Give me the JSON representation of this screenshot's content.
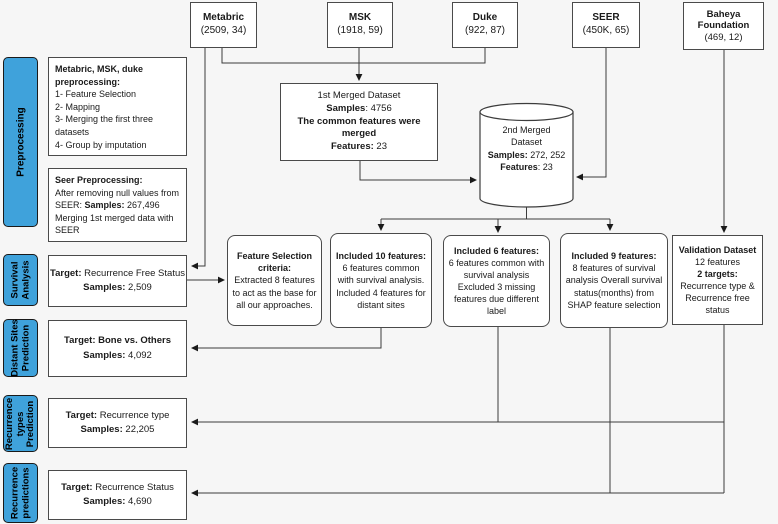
{
  "colors": {
    "accent_blue": "#3fa2db",
    "background": "#f6f6f6",
    "box_border": "#4a4a4a",
    "line": "#3c3c3c"
  },
  "datasets": {
    "metabric": {
      "name": "Metabric",
      "shape": "(2509, 34)"
    },
    "msk": {
      "name": "MSK",
      "shape": "(1918, 59)"
    },
    "duke": {
      "name": "Duke",
      "shape": "(922, 87)"
    },
    "seer": {
      "name": "SEER",
      "shape": "(450K, 65)"
    },
    "baheya": {
      "name": "Baheya Foundation",
      "shape": "(469, 12)"
    }
  },
  "sidebar": {
    "preprocessing": "Preprocessing",
    "survival": "Survival\nAnalysis",
    "distant": "Distant Sites\nPrediction",
    "recurrence_types": "Recurrence\ntypes\nPrediction",
    "recurrence_pred": "Recurrence\npredictions"
  },
  "preprocessing_box": {
    "title": "Metabric, MSK, duke preprocessing:",
    "steps": [
      "1- Feature Selection",
      "2- Mapping",
      "3- Merging the first three datasets",
      "4- Group by imputation"
    ]
  },
  "seer_box": {
    "title": "Seer Preprocessing:",
    "line1_pre": "After removing null values from SEER: ",
    "samples_label": "Samples:",
    "samples_value": " 267,496",
    "line2": "Merging 1st merged data with SEER"
  },
  "merged1": {
    "line1": "1st Merged Dataset",
    "samples_label": "Samples",
    "samples_value": ": 4756",
    "line3": "The common features were merged",
    "features_label": "Features:",
    "features_value": " 23"
  },
  "merged2": {
    "line1": "2nd Merged",
    "line2": "Dataset",
    "samples_label": "Samples:",
    "samples_value": " 272, 252",
    "features_label": "Features",
    "features_value": ": 23"
  },
  "feature_selection": {
    "title": "Feature Selection criteria:",
    "body": "Extracted 8 features to act as the base for all our approaches."
  },
  "included10": {
    "title": "Included 10 features:",
    "body": "6 features common with survival analysis. Included 4 features for distant sites"
  },
  "included6": {
    "title": "Included 6 features:",
    "body": "6 features common with survival analysis Excluded 3 missing features due different label"
  },
  "included9": {
    "title": "Included 9 features:",
    "body": "8 features of survival analysis Overall survival status(months) from SHAP feature selection"
  },
  "validation": {
    "title": "Validation Dataset",
    "features": "12 features",
    "targets_label": "2 targets:",
    "targets_value": " Recurrence type & Recurrence free status"
  },
  "targets": {
    "survival": {
      "label": "Target:",
      "value": " Recurrence Free Status",
      "samples_label": "Samples:",
      "samples_value": "  2,509"
    },
    "distant": {
      "label": "Target:",
      "value": " Bone vs. Others",
      "samples_label": "Samples:",
      "samples_value": "  4,092"
    },
    "recurrence_type": {
      "label": "Target:",
      "value": " Recurrence type",
      "samples_label": "Samples:",
      "samples_value": "  22,205"
    },
    "recurrence_status": {
      "label": "Target:",
      "value": " Recurrence Status",
      "samples_label": "Samples:",
      "samples_value": " 4,690"
    }
  }
}
